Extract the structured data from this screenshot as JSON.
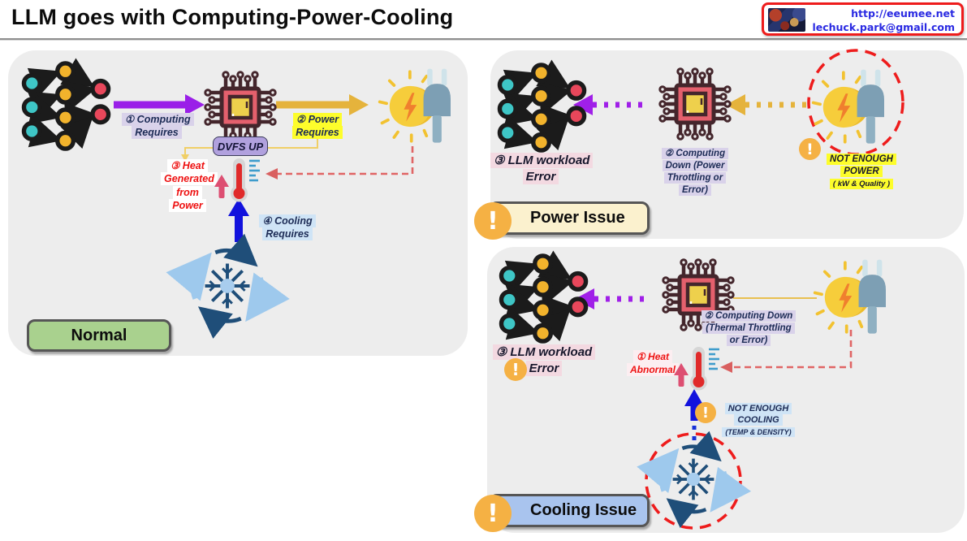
{
  "header": {
    "title": "LLM goes with Computing-Power-Cooling",
    "contact": {
      "url": "http://eeumee.net",
      "email": "lechuck.park@gmail.com"
    }
  },
  "normal": {
    "badge": "Normal",
    "computing_label": "① Computing Requires",
    "power_label": "② Power Requires",
    "dvfs_label": "DVFS UP",
    "heat_label": "③ Heat Generated from Power",
    "cooling_label": "④ Cooling Requires"
  },
  "power_issue": {
    "badge": "Power Issue",
    "llm_error_label": "③ LLM workload Error",
    "computing_down_label": "② Computing Down (Power Throttling or Error)",
    "warning_main": "NOT ENOUGH POWER",
    "warning_sub": "( kW & Quality )"
  },
  "cooling_issue": {
    "badge": "Cooling Issue",
    "llm_error_label": "③ LLM workload Error",
    "computing_down_label": "② Computing Down (Thermal Throttling or Error)",
    "heat_label": "① Heat Abnormal",
    "warning_main": "NOT ENOUGH COOLING",
    "warning_sub": "(TEMP & DENSITY)"
  },
  "icons": {
    "exclamation": "!"
  },
  "colors": {
    "panel_bg": "#ededed",
    "accent_purple": "#9a1fe8",
    "accent_yellow": "#e5b33c",
    "alert_red": "#ee1c1c",
    "cool_blue": "#1212dd",
    "normal_green": "#a9d18e",
    "power_cream": "#fbf1ce",
    "cooling_blue": "#a9c4ee",
    "warn_orange": "#f5b144"
  }
}
